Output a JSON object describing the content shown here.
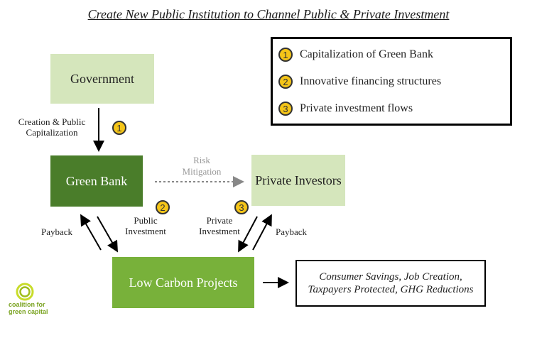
{
  "title": "Create New Public Institution to Channel Public & Private Investment",
  "nodes": {
    "government": "Government",
    "green_bank": "Green Bank",
    "private_investors": "Private Investors",
    "low_carbon_projects": "Low Carbon Projects",
    "outcomes": "Consumer Savings, Job Creation, Taxpayers Protected, GHG Reductions"
  },
  "edges": {
    "creation_capitalization": "Creation & Public Capitalization",
    "risk_mitigation": "Risk Mitigation",
    "public_investment": "Public Investment",
    "private_investment": "Private Investment",
    "payback_left": "Payback",
    "payback_right": "Payback"
  },
  "badges": [
    "1",
    "2",
    "3"
  ],
  "legend": [
    {
      "num": "1",
      "text": "Capitalization of Green Bank"
    },
    {
      "num": "2",
      "text": "Innovative financing structures"
    },
    {
      "num": "3",
      "text": "Private investment flows"
    }
  ],
  "logo": {
    "line1": "coalition for",
    "line2": "green capital"
  },
  "colors": {
    "light_green": "#d5e6bc",
    "dark_green": "#4a7d2a",
    "mid_green": "#78b13a",
    "badge_yellow": "#f5c518"
  }
}
